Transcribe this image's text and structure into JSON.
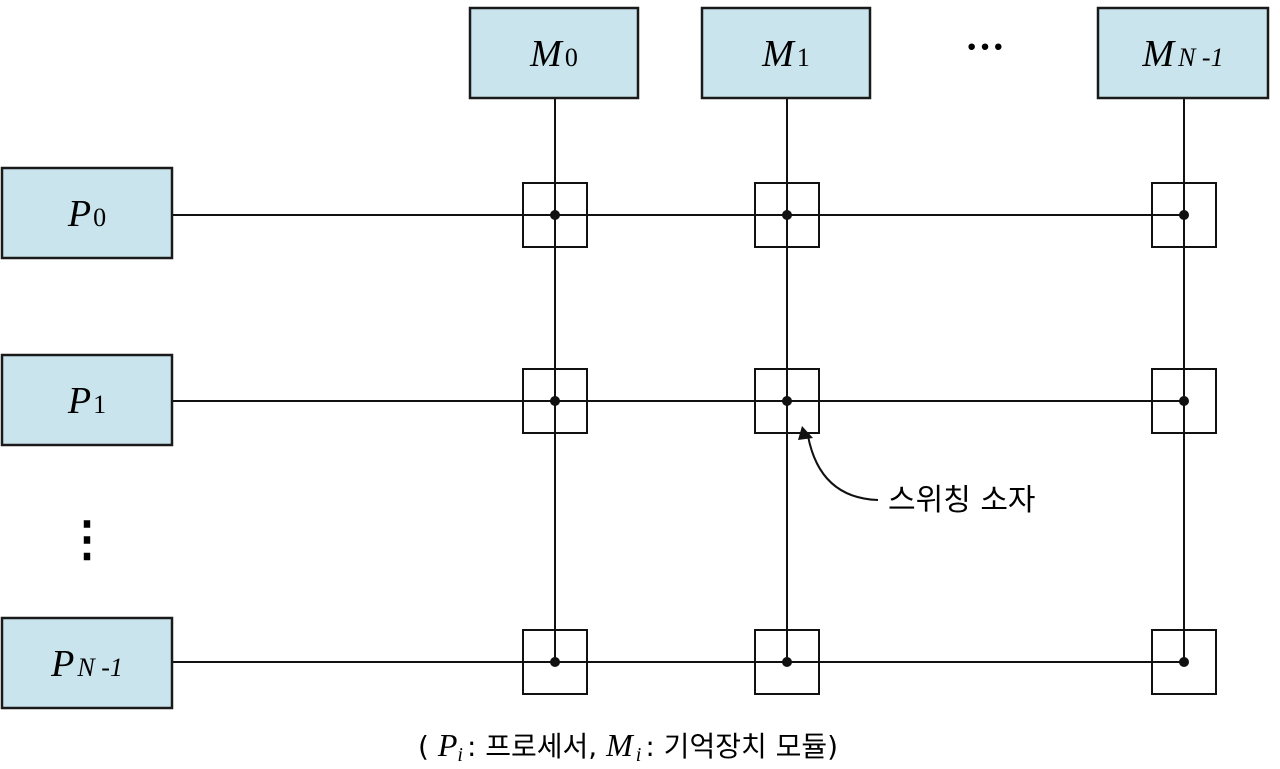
{
  "memories": [
    {
      "base": "M",
      "sub": "0"
    },
    {
      "base": "M",
      "sub": "1"
    },
    {
      "base": "M",
      "sub": "N -1"
    }
  ],
  "memory_ellipsis": "···",
  "processors": [
    {
      "base": "P",
      "sub": "0"
    },
    {
      "base": "P",
      "sub": "1"
    },
    {
      "base": "P",
      "sub": "N -1"
    }
  ],
  "processor_ellipsis": "⋮",
  "switch_label": "스위칭 소자",
  "caption": {
    "open": "( ",
    "p_base": "P",
    "p_sub": "i",
    "p_desc": ": 프로세서, ",
    "m_base": "M",
    "m_sub": "i",
    "m_desc": ": 기억장치 모듈)"
  },
  "colors": {
    "box_fill": "#c9e4ec",
    "box_stroke": "#1a1a1a",
    "line": "#111111"
  }
}
